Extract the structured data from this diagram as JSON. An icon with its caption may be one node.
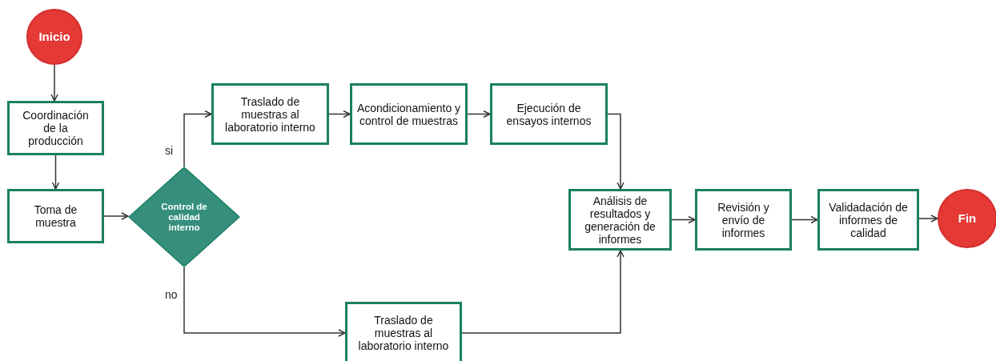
{
  "diagram": {
    "nodes": [
      {
        "text": [
          "Inicio"
        ]
      },
      {
        "text": [
          "Coordinación de la producción"
        ]
      },
      {
        "text": [
          "Toma de muestra"
        ]
      },
      {
        "text": [
          "Control de calidad interno"
        ]
      },
      {
        "text": [
          "Traslado de muestras al laboratorio interno"
        ]
      },
      {
        "text": [
          "Acondicionamiento y control de muestras"
        ]
      },
      {
        "text": [
          "Ejecución de ensayos internos"
        ]
      },
      {
        "text": [
          "Análisis de resultados y generación de informes"
        ]
      },
      {
        "text": [
          "Revisión y envío de informes"
        ]
      },
      {
        "text": [
          "Validadación de informes de calidad"
        ]
      },
      {
        "text": [
          "Fin"
        ]
      },
      {
        "text": [
          "Traslado de muestras al laboratorio interno"
        ]
      }
    ],
    "edges": [
      {
        "from": 0,
        "to": 1,
        "arrow": "to"
      },
      {
        "from": 1,
        "to": 2,
        "arrow": "to"
      },
      {
        "from": 2,
        "to": 3,
        "arrow": "to"
      },
      {
        "from": 3,
        "to": 4,
        "arrow": "to",
        "label": "si"
      },
      {
        "from": 4,
        "to": 5,
        "arrow": "to"
      },
      {
        "from": 5,
        "to": 6,
        "arrow": "to"
      },
      {
        "from": 6,
        "to": 7,
        "arrow": "to"
      },
      {
        "from": 3,
        "to": 11,
        "arrow": "to",
        "label": "no"
      },
      {
        "from": 11,
        "to": 7,
        "arrow": "to"
      },
      {
        "from": 7,
        "to": 8,
        "arrow": "to"
      },
      {
        "from": 8,
        "to": 9,
        "arrow": "to"
      },
      {
        "from": 9,
        "to": 10,
        "arrow": "to"
      }
    ]
  }
}
